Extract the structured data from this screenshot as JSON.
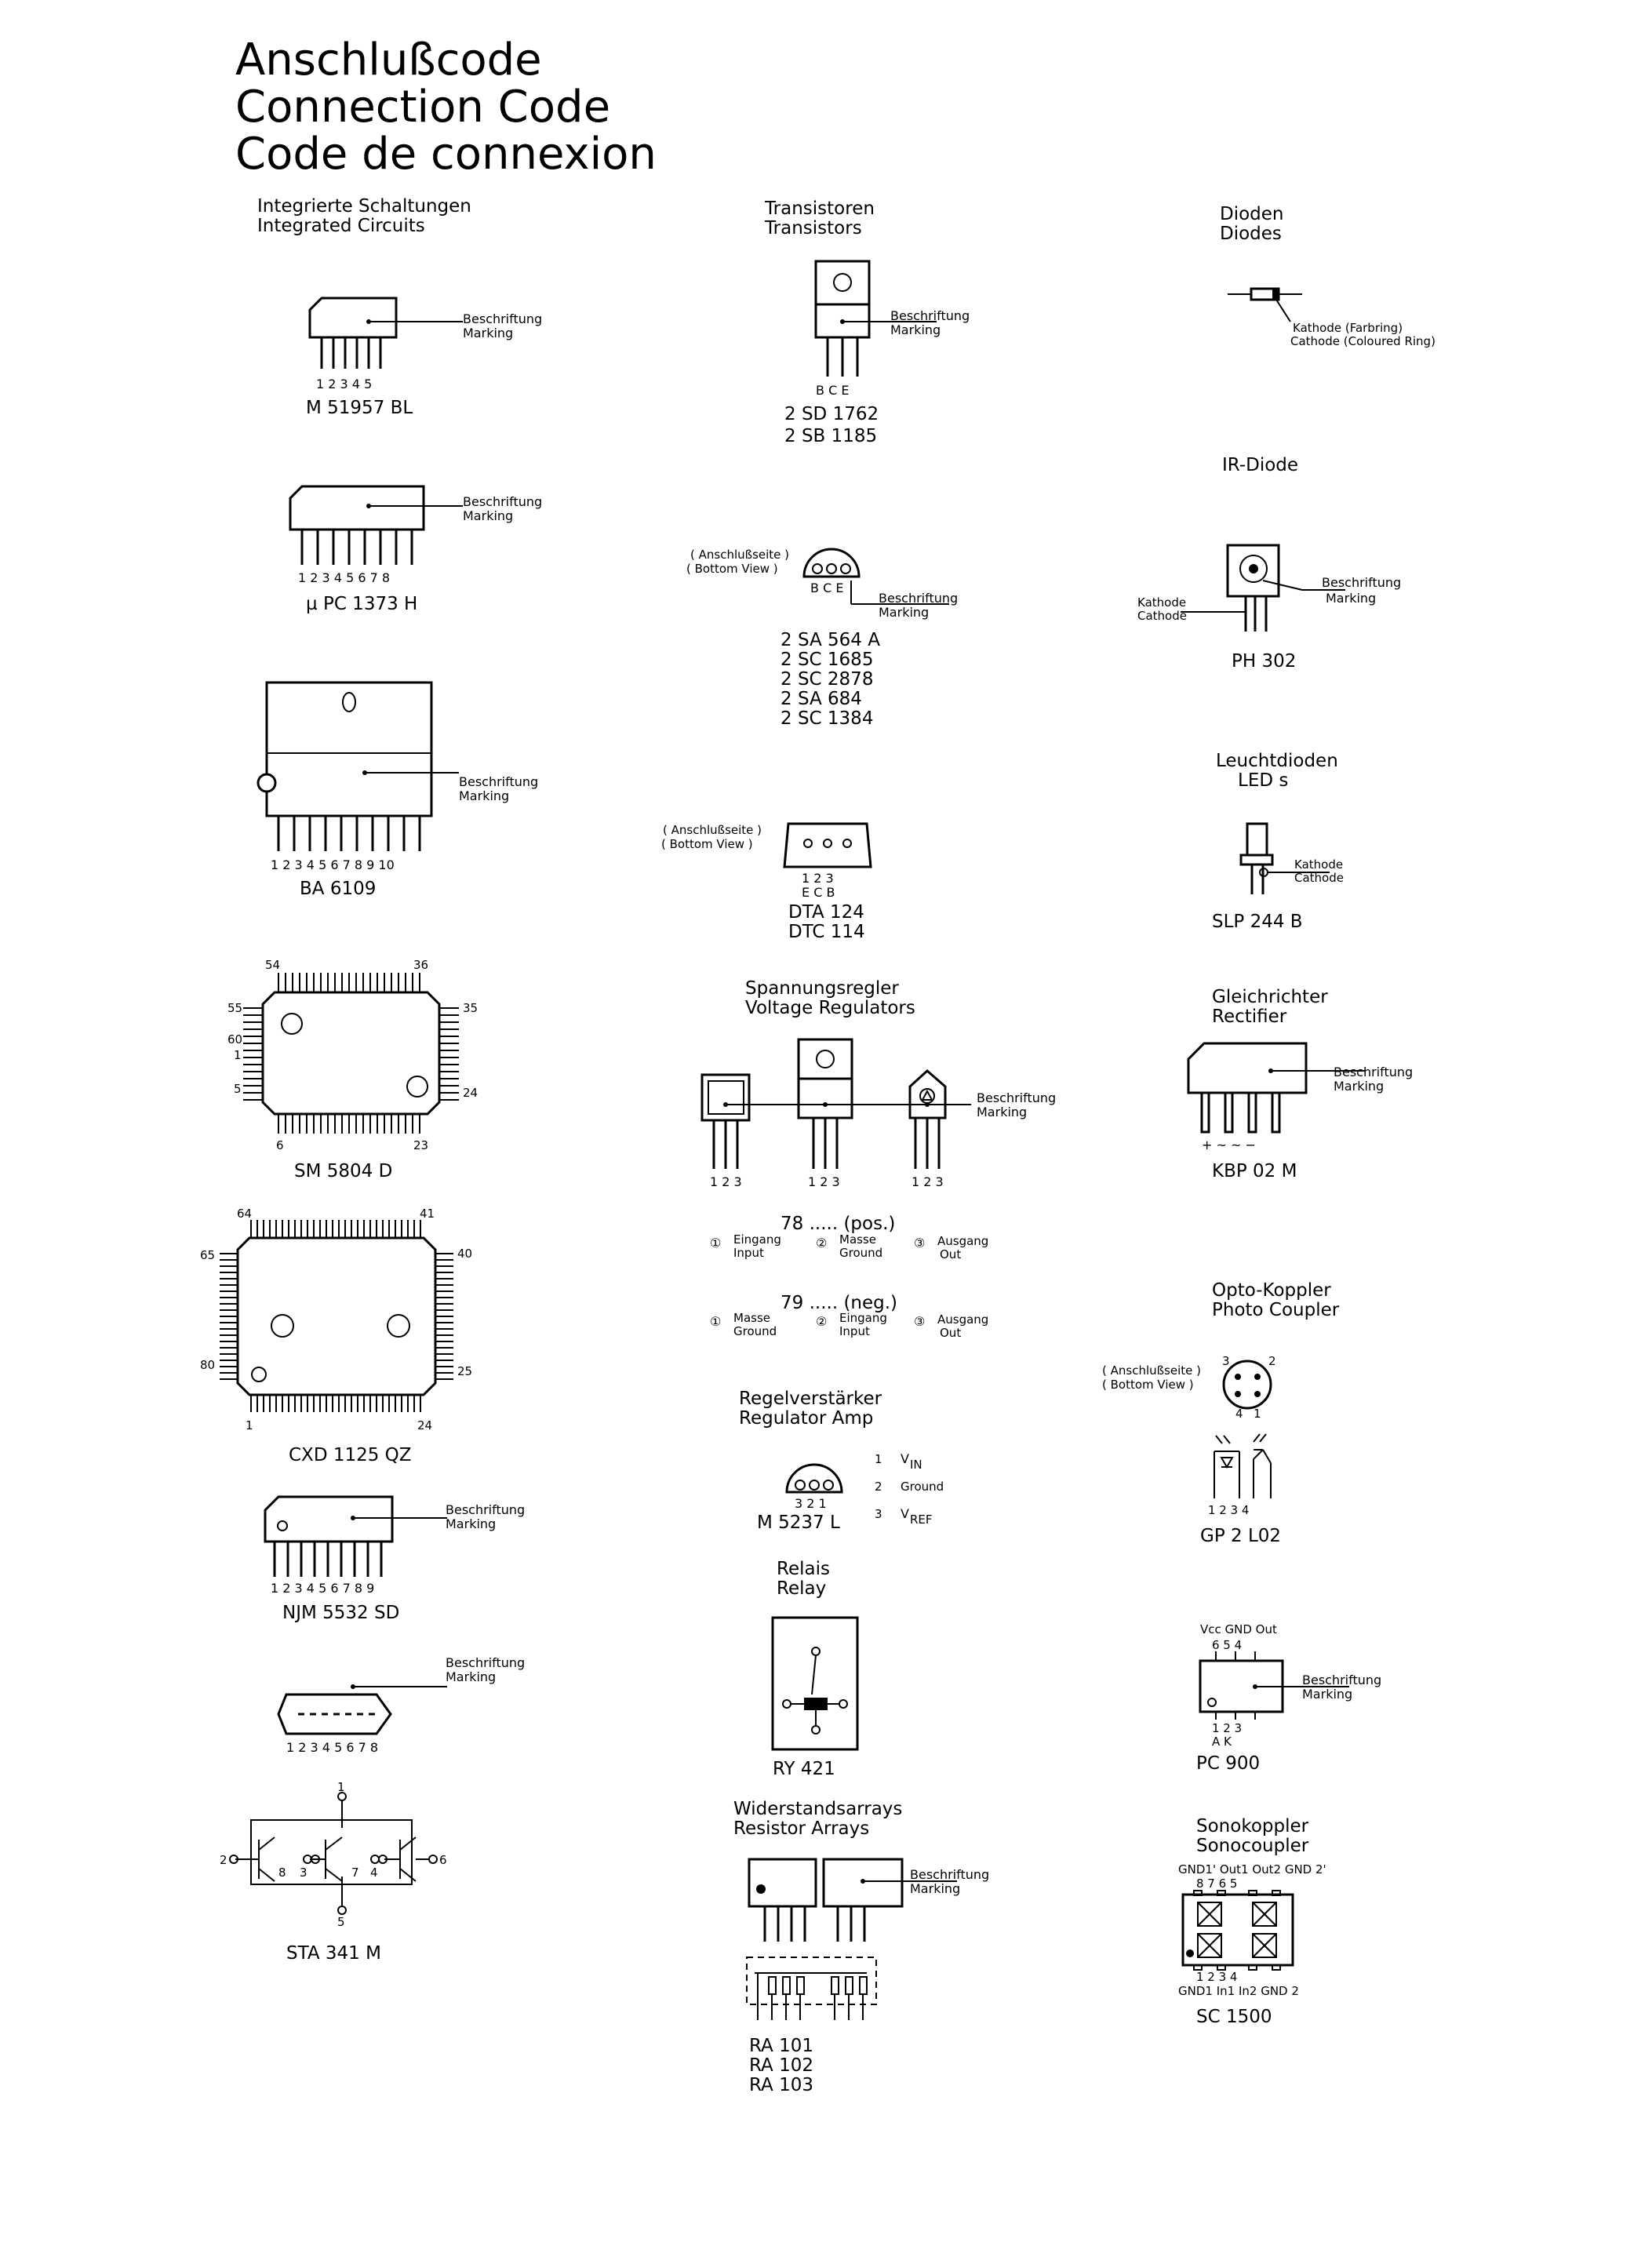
{
  "title": {
    "line1": "Anschlußcode",
    "line2": "Connection Code",
    "line3": "Code de connexion"
  },
  "marking": {
    "de": "Beschriftung",
    "en": "Marking"
  },
  "bottom_view": {
    "de": "( Anschlußseite )",
    "en": "( Bottom View )"
  },
  "ic": {
    "heading_de": "Integrierte Schaltungen",
    "heading_en": "Integrated Circuits",
    "m51957": {
      "name": "M 51957 BL",
      "pins": "1 2 3 4 5"
    },
    "upc1373": {
      "name": "µ PC 1373 H",
      "pins": "1 2 3 4 5 6 7 8"
    },
    "ba6109": {
      "name": "BA 6109",
      "pins": "1 2 3 4 5 6 7 8 9 10"
    },
    "sm5804": {
      "name": "SM 5804 D",
      "p54": "54",
      "p36": "36",
      "p55": "55",
      "p35": "35",
      "p60": "60",
      "p1": "1",
      "p5": "5",
      "p24": "24",
      "p6": "6",
      "p23": "23"
    },
    "cxd1125": {
      "name": "CXD 1125 QZ",
      "p64": "64",
      "p41": "41",
      "p65": "65",
      "p40": "40",
      "p80": "80",
      "p25": "25",
      "p1": "1",
      "p24": "24"
    },
    "njm5532": {
      "name": "NJM 5532 SD",
      "pins": "1 2 3 4 5 6 7 8 9"
    },
    "sil8": {
      "pins": "1 2 3 4 5 6 7 8"
    },
    "sta341": {
      "name": "STA 341 M",
      "p1": "1",
      "p2": "2",
      "p8": "8",
      "p3": "3",
      "p7": "7",
      "p4": "4",
      "p6": "6",
      "p5": "5"
    }
  },
  "transistors": {
    "heading_de": "Transistoren",
    "heading_en": "Transistors",
    "to220": {
      "pins": "B C E",
      "name1": "2 SD 1762",
      "name2": "2 SB 1185"
    },
    "to92": {
      "pins": "B C E",
      "names": [
        "2 SA 564 A",
        "2 SC 1685",
        "2 SC 2878",
        "2 SA 684",
        "2 SC 1384"
      ]
    },
    "dta": {
      "nums": "1 2 3",
      "pins": "E C B",
      "name1": "DTA 124",
      "name2": "DTC 114"
    }
  },
  "regulators": {
    "heading_de": "Spannungsregler",
    "heading_en": "Voltage Regulators",
    "pins": "1 2 3",
    "pos": "78 ..... (pos.)",
    "neg": "79 ..... (neg.)",
    "pos_legend": [
      {
        "n": "①",
        "de": "Eingang",
        "en": "Input"
      },
      {
        "n": "②",
        "de": "Masse",
        "en": "Ground"
      },
      {
        "n": "③",
        "de": "Ausgang",
        "en": "Out"
      }
    ],
    "neg_legend": [
      {
        "n": "①",
        "de": "Masse",
        "en": "Ground"
      },
      {
        "n": "②",
        "de": "Eingang",
        "en": "Input"
      },
      {
        "n": "③",
        "de": "Ausgang",
        "en": "Out"
      }
    ]
  },
  "reg_amp": {
    "heading_de": "Regelverstärker",
    "heading_en": "Regulator Amp",
    "pins": "3 2 1",
    "name": "M 5237 L",
    "legend": [
      {
        "n": "1",
        "t": "V",
        "sub": "IN"
      },
      {
        "n": "2",
        "t": "Ground",
        "sub": ""
      },
      {
        "n": "3",
        "t": "V",
        "sub": "REF"
      }
    ]
  },
  "relay": {
    "heading_de": "Relais",
    "heading_en": "Relay",
    "name": "RY 421"
  },
  "resistor_arrays": {
    "heading_de": "Widerstandsarrays",
    "heading_en": "Resistor Arrays",
    "names": [
      "RA 101",
      "RA 102",
      "RA 103"
    ]
  },
  "diodes": {
    "heading_de": "Dioden",
    "heading_en": "Diodes",
    "cathode_de": "Kathode (Farbring)",
    "cathode_en": "Cathode (Coloured Ring)"
  },
  "ir_diode": {
    "heading": "IR-Diode",
    "kathode": "Kathode",
    "cathode": "Cathode",
    "name": "PH 302"
  },
  "leds": {
    "heading_de": "Leuchtdioden",
    "heading_en": "LED s",
    "kathode": "Kathode",
    "cathode": "Cathode",
    "name": "SLP 244 B"
  },
  "rectifier": {
    "heading_de": "Gleichrichter",
    "heading_en": "Rectifier",
    "pins": "+ ~ ~ −",
    "name": "KBP 02 M"
  },
  "opto": {
    "heading_de": "Opto-Koppler",
    "heading_en": "Photo Coupler",
    "p3": "3",
    "p2": "2",
    "p4": "4",
    "p1": "1",
    "pins": "1 2 3 4",
    "name": "GP 2 L02"
  },
  "pc900": {
    "top": "Vcc GND Out",
    "top_nums": "6 5 4",
    "bottom_nums": "1 2 3",
    "bottom": "A K",
    "name": "PC 900"
  },
  "sono": {
    "heading_de": "Sonokoppler",
    "heading_en": "Sonocoupler",
    "top": "GND1' Out1 Out2 GND 2'",
    "top_nums": "8 7 6 5",
    "bottom_nums": "1 2 3 4",
    "bottom": "GND1 In1 In2 GND 2",
    "name": "SC 1500"
  }
}
